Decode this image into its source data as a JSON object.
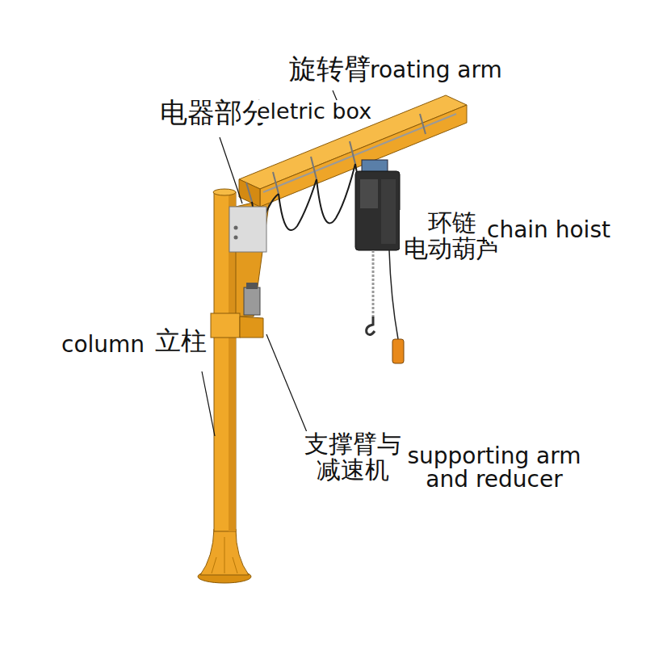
{
  "diagram": {
    "labels": [
      "旋转臂",
      "roating arm",
      "电器部分",
      "eletric box",
      "环链 电动葫芦",
      "chain hoist",
      "column",
      "立柱",
      "支撑臂与 减速机",
      "supporting arm and reducer"
    ]
  }
}
